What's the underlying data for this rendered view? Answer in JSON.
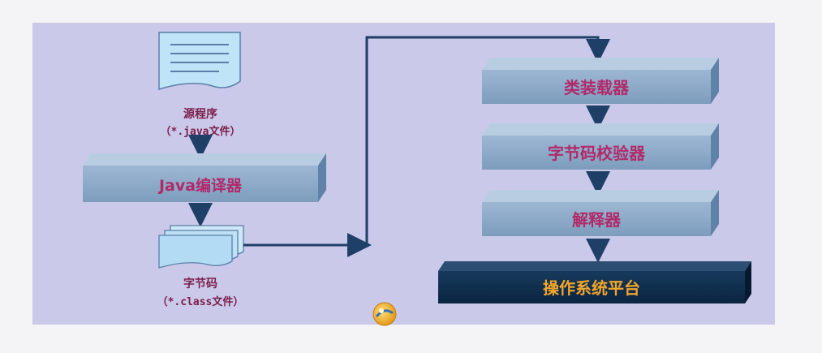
{
  "left": {
    "source_label": "源程序",
    "source_sub": "（*.java文件）",
    "compiler": "Java编译器",
    "bytecode_label": "字节码",
    "bytecode_sub": "（*.class文件）"
  },
  "right": {
    "class_loader": "类装载器",
    "verifier": "字节码校验器",
    "interpreter": "解释器",
    "os_platform": "操作系统平台"
  },
  "colors": {
    "panel": "#cbc9ea",
    "box": "#8aa7c4",
    "os_box": "#0f2f4e",
    "arrow": "#1e3f66",
    "text": "#b02a6a",
    "os_text": "#f2a52a"
  },
  "icons": {
    "document": "document-icon",
    "stacked_pages": "class-files-icon",
    "badge": "round-logo-icon"
  }
}
